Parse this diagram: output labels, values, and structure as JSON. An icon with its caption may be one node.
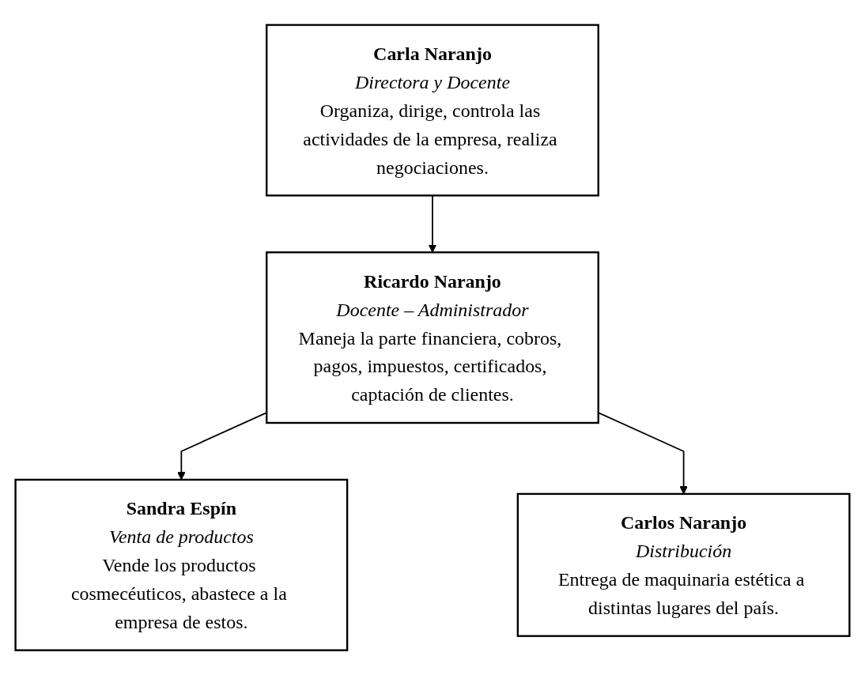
{
  "diagram": {
    "nodes": [
      {
        "text": [
          "Carla Naranjo",
          "Directora y Docente",
          "Organiza, dirige, controla las actividades de la empresa, realiza negociaciones."
        ]
      },
      {
        "text": [
          "Ricardo Naranjo",
          "Docente – Administrador",
          "Maneja la parte financiera, cobros, pagos, impuestos, certificados, captación de clientes."
        ]
      },
      {
        "text": [
          "Sandra Espín",
          "Venta de productos",
          "Vende los productos cosmecéuticos, abastece a la empresa de estos."
        ]
      },
      {
        "text": [
          "Carlos Naranjo",
          "Distribución",
          "Entrega de maquinaria estética a distintas lugares del país."
        ]
      }
    ],
    "edges": [
      {
        "from": 0,
        "to": 1,
        "arrow": "to"
      },
      {
        "from": 1,
        "to": 2,
        "arrow": "to"
      },
      {
        "from": 1,
        "to": 3,
        "arrow": "to"
      }
    ]
  }
}
